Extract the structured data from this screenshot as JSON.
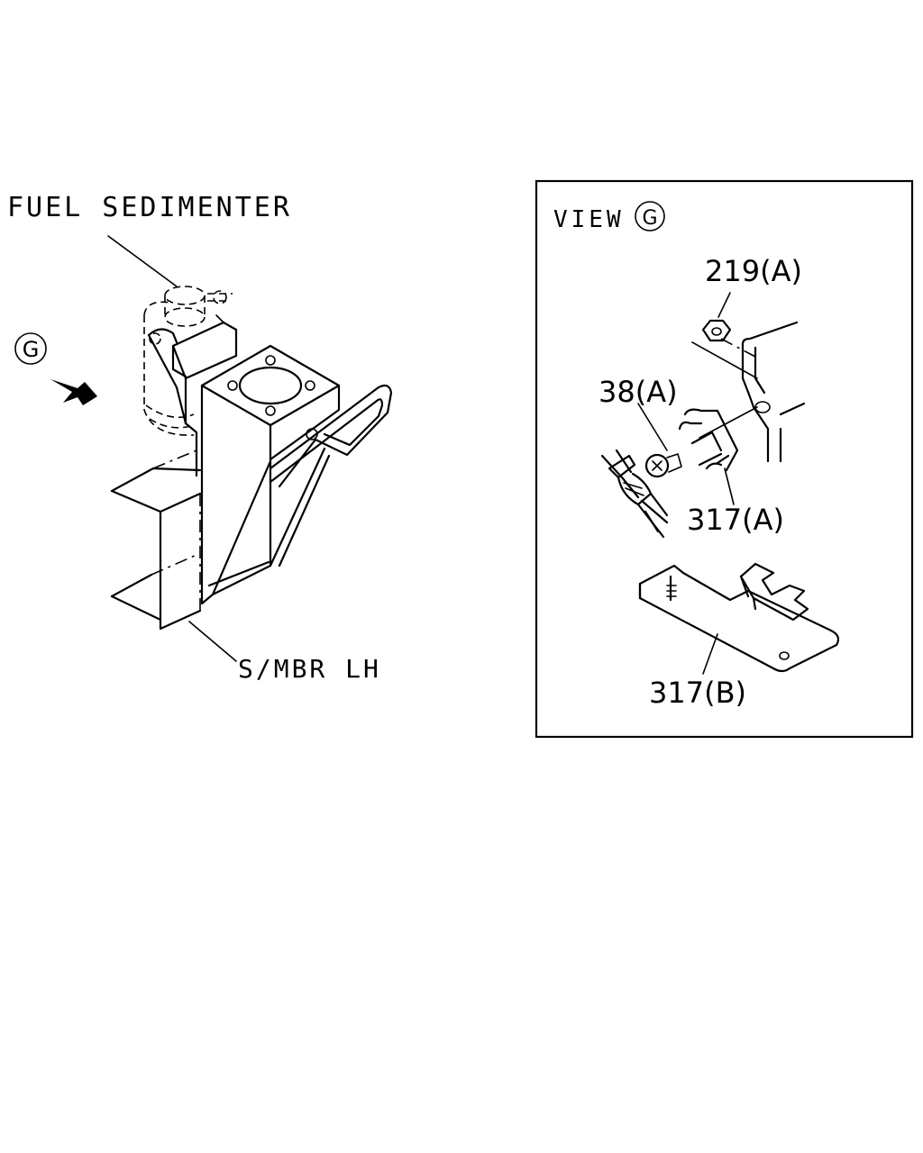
{
  "labels": {
    "fuel_sedimenter": "FUEL SEDIMENTER",
    "view_marker": "G",
    "s_mbr_lh": "S/MBR LH",
    "view_title": "VIEW",
    "view_marker_inset": "G",
    "part_219a": "219(A)",
    "part_38a": "38(A)",
    "part_317a": "317(A)",
    "part_317b": "317(B)"
  }
}
